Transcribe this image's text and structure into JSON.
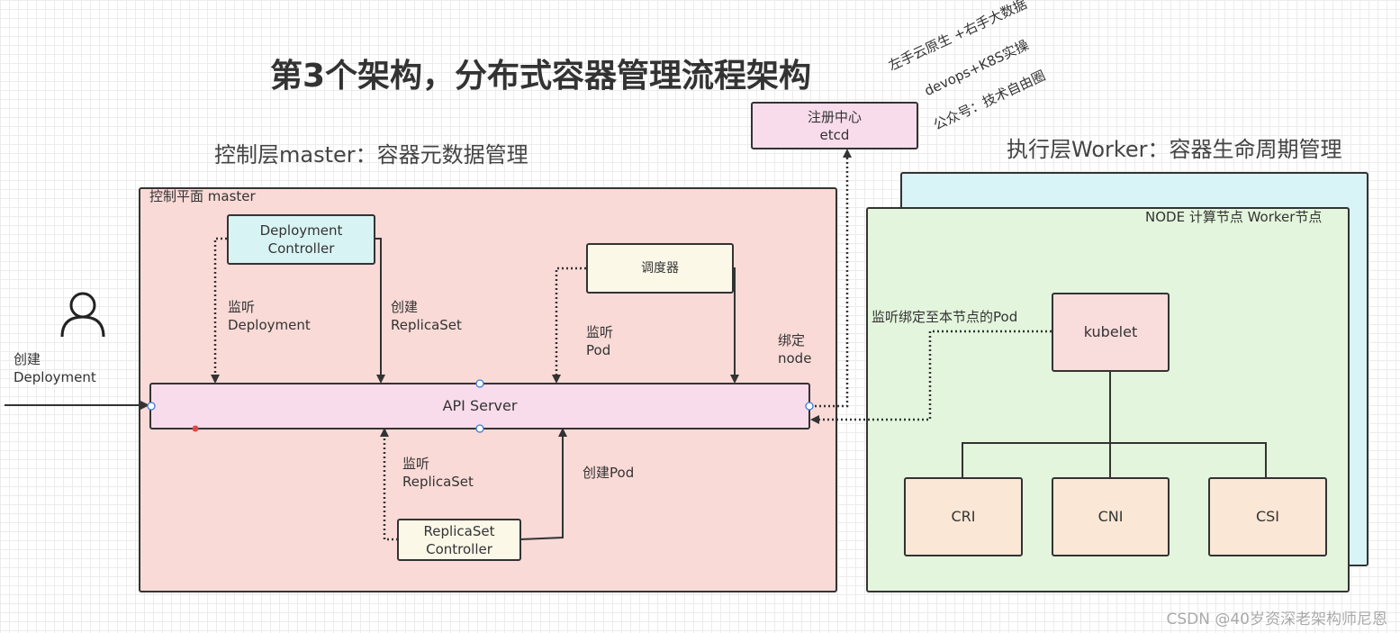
{
  "title": "第3个架构，分布式容器管理流程架构",
  "subtitle_left": "控制层master：容器元数据管理",
  "subtitle_right": "执行层Worker：容器生命周期管理",
  "slanted_notes": [
    "左手云原生 +右手大数据",
    "devops+K8S实操",
    "公众号：技术自由圈"
  ],
  "master_panel": {
    "label": "控制平面 master",
    "fill": "#f9dad7"
  },
  "worker_panel": {
    "label": "NODE 计算节点 Worker节点",
    "fill": "#e3f5dc",
    "back_fill": "#d9f4f6"
  },
  "nodes": {
    "etcd": "注册中心\netcd",
    "deployment_controller": "Deployment\nController",
    "scheduler": "调度器",
    "api_server": "API Server",
    "replicaset_controller": "ReplicaSet\nController",
    "kubelet": "kubelet",
    "cri": "CRI",
    "cni": "CNI",
    "csi": "CSI"
  },
  "edge_labels": {
    "create_deployment": "创建\nDeployment",
    "watch_deployment": "监听\nDeployment",
    "create_replicaset": "创建\nReplicaSet",
    "watch_pod": "监听\nPod",
    "bind_node": "绑定\nnode",
    "watch_replicaset": "监听\nReplicaSet",
    "create_pod": "创建Pod",
    "watch_bound_pod": "监听绑定至本节点的Pod"
  },
  "watermark": "CSDN @40岁资深老架构师尼恩",
  "colors": {
    "pink_box": "#f9dceb",
    "cyan_box": "#d8f3f4",
    "yellow_box": "#fbf8e8",
    "orange_box": "#fbe7d6",
    "kubelet_box": "#f9dcdc",
    "line": "#333333"
  }
}
